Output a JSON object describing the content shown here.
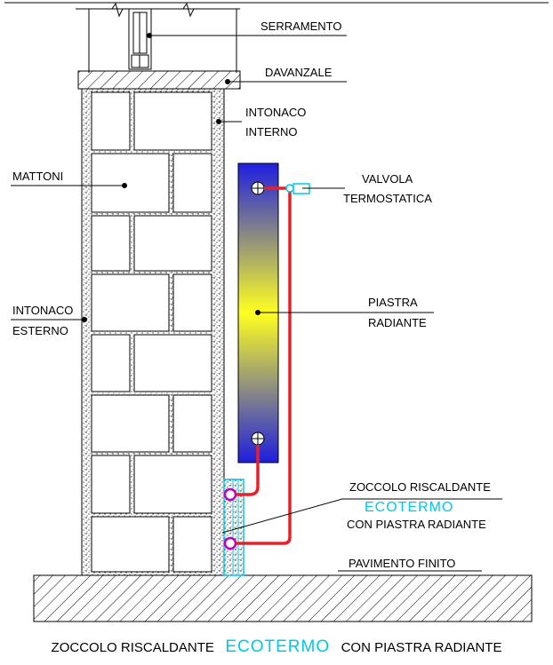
{
  "labels": {
    "serramento": "SERRAMENTO",
    "davanzale": "DAVANZALE",
    "intonaco_interno_1": "INTONACO",
    "intonaco_interno_2": "INTERNO",
    "mattoni": "MATTONI",
    "valvola_1": "VALVOLA",
    "valvola_2": "TERMOSTATICA",
    "intonaco_esterno_1": "INTONACO",
    "intonaco_esterno_2": "ESTERNO",
    "piastra_1": "PIASTRA",
    "piastra_2": "RADIANTE",
    "zoccolo_1": "ZOCCOLO RISCALDANTE",
    "zoccolo_brand": "ECOTERMO",
    "zoccolo_3": "CON PIASTRA RADIANTE",
    "pavimento": "PAVIMENTO FINITO"
  },
  "caption": {
    "part1": "ZOCCOLO RISCALDANTE",
    "brand": "ECOTERMO",
    "part2": "CON PIASTRA RADIANTE"
  },
  "colors": {
    "pipe": "#e8202a",
    "connector": "#c000c0",
    "brand": "#00c8e6",
    "radiator_top": "#1e1ee0",
    "radiator_mid": "#ffff20",
    "baseboard": "#00c8e6"
  }
}
